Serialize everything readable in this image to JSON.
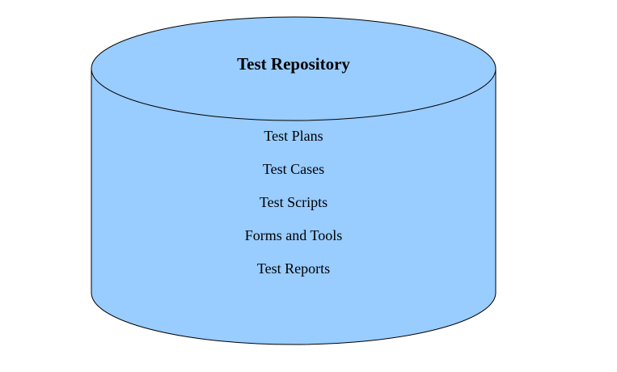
{
  "diagram": {
    "title": "Test Repository",
    "items": [
      "Test Plans",
      "Test Cases",
      "Test Scripts",
      "Forms and Tools",
      "Test Reports"
    ],
    "colors": {
      "fill": "#99ccff",
      "stroke": "#000000"
    }
  }
}
